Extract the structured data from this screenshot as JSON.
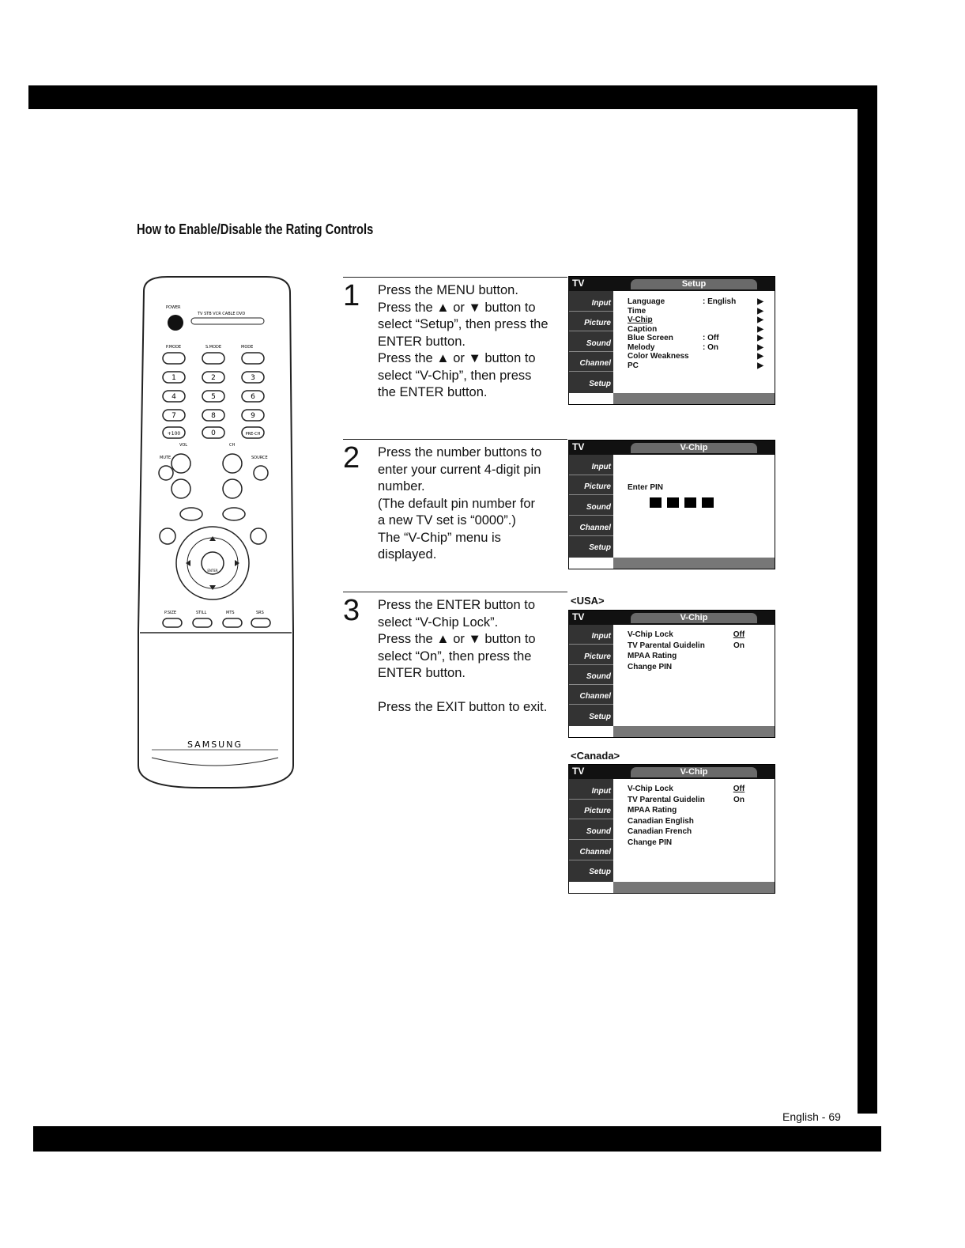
{
  "heading": "How to Enable/Disable the Rating Controls",
  "page_number": "English - 69",
  "remote": {
    "brand": "SAMSUNG",
    "labels": {
      "power": "POWER",
      "modes": "TV  STB  VCR  CABLE  DVD",
      "p_mode": "P.MODE",
      "s_mode": "S.MODE",
      "mode": "MODE",
      "vol": "VOL",
      "ch": "CH",
      "mute": "MUTE",
      "source": "SOURCE",
      "enter": "ENTER",
      "still": "STILL",
      "mts": "MTS",
      "srs": "SRS",
      "psize": "P.SIZE",
      "prech": "PRE-CH"
    },
    "numbers": [
      "1",
      "2",
      "3",
      "4",
      "5",
      "6",
      "7",
      "8",
      "9",
      "+100",
      "0"
    ]
  },
  "steps": [
    {
      "number": "1",
      "lines": [
        "Press the MENU button.",
        "Press the ▲ or ▼ button to",
        "select “Setup”, then press the",
        "ENTER button.",
        "Press the ▲ or ▼ button to",
        "select “V-Chip”, then press",
        "the ENTER button."
      ]
    },
    {
      "number": "2",
      "lines": [
        "Press the number buttons to",
        "enter your current 4-digit pin",
        "number.",
        "(The default pin number for",
        "a new TV set is “0000”.)",
        "The “V-Chip” menu is",
        "displayed."
      ]
    },
    {
      "number": "3",
      "lines": [
        "Press the ENTER button to",
        "select “V-Chip Lock”.",
        "Press the ▲ or ▼ button to",
        "select “On”, then press the",
        "ENTER button."
      ],
      "extra": "Press the EXIT button to exit."
    }
  ],
  "osd_common": {
    "tv": "TV",
    "sidebar": [
      "Input",
      "Picture",
      "Sound",
      "Channel",
      "Setup"
    ]
  },
  "osd_setup": {
    "title": "Setup",
    "rows": [
      {
        "label": "Language",
        "value": ": English",
        "arrow": "▶"
      },
      {
        "label": "Time",
        "value": "",
        "arrow": "▶"
      },
      {
        "label": "V-Chip",
        "value": "",
        "arrow": "▶"
      },
      {
        "label": "Caption",
        "value": "",
        "arrow": "▶"
      },
      {
        "label": "Blue Screen",
        "value": ": Off",
        "arrow": "▶"
      },
      {
        "label": "Melody",
        "value": ": On",
        "arrow": "▶"
      },
      {
        "label": "Color Weakness",
        "value": "",
        "arrow": "▶"
      },
      {
        "label": "PC",
        "value": "",
        "arrow": "▶"
      }
    ]
  },
  "osd_pin": {
    "title": "V-Chip",
    "label": "Enter PIN"
  },
  "osd_usa": {
    "region": "<USA>",
    "title": "V-Chip",
    "rows": [
      {
        "label": "V-Chip Lock",
        "value": "Off"
      },
      {
        "label": "TV Parental Guidelin",
        "value": "On"
      },
      {
        "label": "MPAA Rating",
        "value": ""
      },
      {
        "label": "Change PIN",
        "value": ""
      }
    ]
  },
  "osd_canada": {
    "region": "<Canada>",
    "title": "V-Chip",
    "rows": [
      {
        "label": "V-Chip Lock",
        "value": "Off"
      },
      {
        "label": "TV Parental Guidelin",
        "value": "On"
      },
      {
        "label": "MPAA Rating",
        "value": ""
      },
      {
        "label": "Canadian English",
        "value": ""
      },
      {
        "label": "Canadian French",
        "value": ""
      },
      {
        "label": "Change PIN",
        "value": ""
      }
    ]
  }
}
